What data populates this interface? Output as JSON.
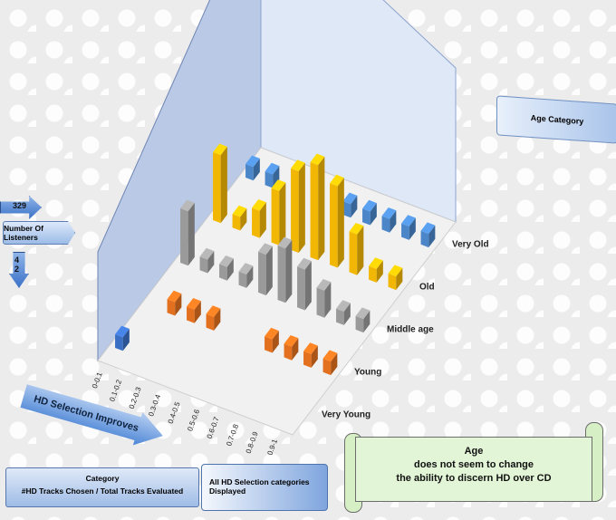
{
  "chart_data": {
    "type": "bar",
    "categories": [
      "0-0.1",
      "0.1-0.2",
      "0.2-0.3",
      "0.3-0.4",
      "0.4-0.5",
      "0.5-0.6",
      "0.6-0.7",
      "0.7-0.8",
      "0.8-0.9",
      "0.9-1"
    ],
    "series": [
      {
        "name": "Very Young",
        "values": [
          1,
          0,
          0,
          0,
          0,
          0,
          0,
          0,
          0,
          0
        ]
      },
      {
        "name": "Young",
        "values": [
          0,
          1,
          1,
          1,
          0,
          0,
          1,
          1,
          1,
          1
        ]
      },
      {
        "name": "Middle age",
        "values": [
          4,
          1,
          1,
          1,
          3,
          4,
          3,
          2,
          1,
          1
        ]
      },
      {
        "name": "Old",
        "values": [
          5,
          1,
          2,
          4,
          6,
          7,
          6,
          3,
          1,
          1
        ]
      },
      {
        "name": "Very Old",
        "values": [
          1,
          1,
          0,
          0,
          0,
          1,
          1,
          1,
          1,
          1
        ]
      }
    ],
    "colors": {
      "Very Young": "#3b6fc4",
      "Young": "#e2701f",
      "Middle age": "#9a9a9a",
      "Old": "#f2b705",
      "Very Old": "#4b86c9"
    },
    "ylim": [
      0,
      8
    ],
    "legend": "none"
  },
  "labels": {
    "y_top": "329",
    "y_axis": "Number Of Listeners",
    "y_bottom_1": "4",
    "y_bottom_2": "2",
    "age_category": "Age Category",
    "hd_improves": "HD Selection Improves",
    "category_title": "Category",
    "category_sub": "#HD Tracks Chosen / Total Tracks Evaluated",
    "all_categories": "All HD Selection categories Displayed",
    "note_line1": "Age",
    "note_line2": "does not seem to change",
    "note_line3": "the ability to discern HD over CD"
  }
}
